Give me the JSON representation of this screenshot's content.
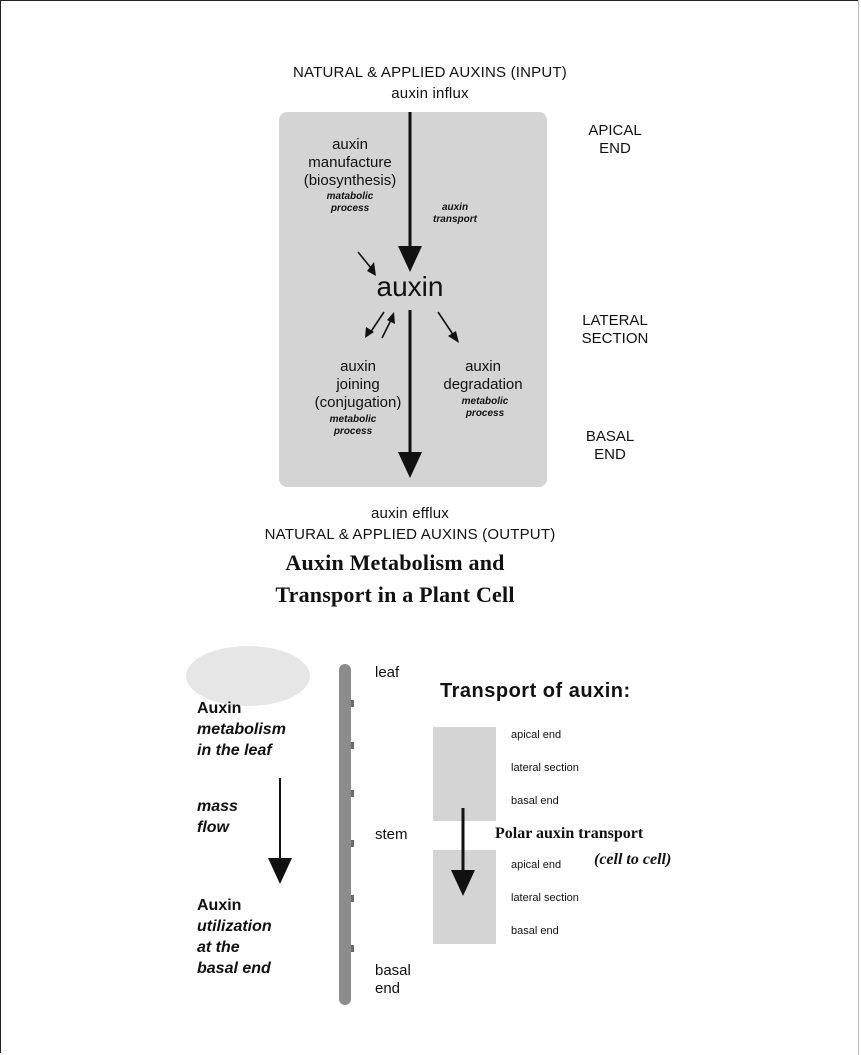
{
  "top": {
    "input_line": "NATURAL & APPLIED AUXINS (INPUT)",
    "influx": "auxin influx"
  },
  "cell": {
    "manufacture": [
      "auxin",
      "manufacture",
      "(biosynthesis)"
    ],
    "manufacture_note": [
      "matabolic",
      "process"
    ],
    "transport_note": [
      "auxin",
      "transport"
    ],
    "center_label": "auxin",
    "joining": [
      "auxin",
      "joining",
      "(conjugation)"
    ],
    "joining_note": [
      "metabolic",
      "process"
    ],
    "degradation": [
      "auxin",
      "degradation"
    ],
    "degradation_note": [
      "metabolic",
      "process"
    ]
  },
  "sides": {
    "apical": [
      "APICAL",
      "END"
    ],
    "lateral": [
      "LATERAL",
      "SECTION"
    ],
    "basal": [
      "BASAL",
      "END"
    ]
  },
  "bottom": {
    "efflux": "auxin efflux",
    "output_line": "NATURAL & APPLIED AUXINS (OUTPUT)"
  },
  "title": [
    "Auxin Metabolism and",
    "Transport in a Plant Cell"
  ],
  "plant": {
    "leaf_text_1": "Auxin",
    "leaf_text_2": "metabolism",
    "leaf_text_3": "in the leaf",
    "mass_flow_1": "mass",
    "mass_flow_2": "flow",
    "util_1": "Auxin",
    "util_2": "utilization",
    "util_3": "at the",
    "util_4": "basal end",
    "stem_labels": {
      "leaf": "leaf",
      "stem": "stem",
      "basal_1": "basal",
      "basal_2": "end"
    }
  },
  "transport": {
    "title": "Transport of auxin:",
    "cell1": [
      "apical end",
      "lateral section",
      "basal end"
    ],
    "cell2": [
      "apical end",
      "lateral section",
      "basal end"
    ],
    "polar_label": "Polar auxin transport",
    "polar_sub": "(cell to cell)"
  },
  "colors": {
    "cell_fill": "#d4d4d4",
    "stem_fill": "#8c8c8c",
    "leaf_fill": "#e6e6e6",
    "arrow": "#111111"
  }
}
